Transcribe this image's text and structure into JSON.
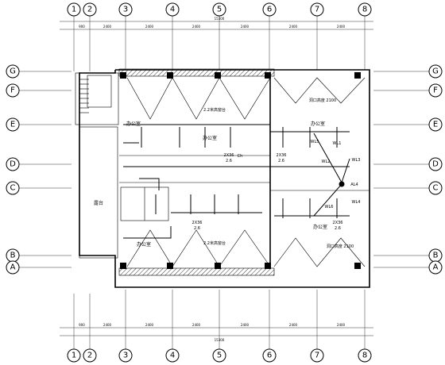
{
  "axes_vertical": [
    "1",
    "2",
    "3",
    "4",
    "5",
    "6",
    "7",
    "8"
  ],
  "axes_horizontal": [
    "G",
    "F",
    "E",
    "D",
    "C",
    "B",
    "A"
  ],
  "dimensions": {
    "top_spans": [
      "900",
      "2400",
      "2400",
      "2400",
      "2400",
      "2400",
      "2400"
    ],
    "top_total": "15300",
    "bottom_spans": [
      "900",
      "2400",
      "2400",
      "2400",
      "2400",
      "2400",
      "2400"
    ],
    "bottom_total": "15300"
  },
  "rooms": {
    "office_left_upper": "办公室",
    "office_mid_upper": "办公室",
    "office_right_upper": "办公室",
    "office_left_lower": "办公室",
    "office_right_lower": "办公室",
    "stage": "露台"
  },
  "labels": {
    "hatch_top": "2.2米高窗台",
    "hatch_bottom": "2.2米高窗台",
    "cable_top": "洞口高度 2100",
    "cable_bottom": "洞口高度 2100",
    "fixture_a": "2X36",
    "fixture_a_sub": "2.6",
    "fixture_b": "2X36",
    "fixture_b_sub": "2.6",
    "fixture_c": "2X36",
    "fixture_c_sub": "2.6",
    "fixture_d": "2X36",
    "fixture_d_sub": "2.6",
    "ch": "Ch",
    "wl1": "WL1",
    "wl2": "WL2",
    "wl3": "WL3",
    "wl4": "WL4",
    "wl5": "WL5",
    "wl6": "WL6",
    "panel": "AL4"
  }
}
